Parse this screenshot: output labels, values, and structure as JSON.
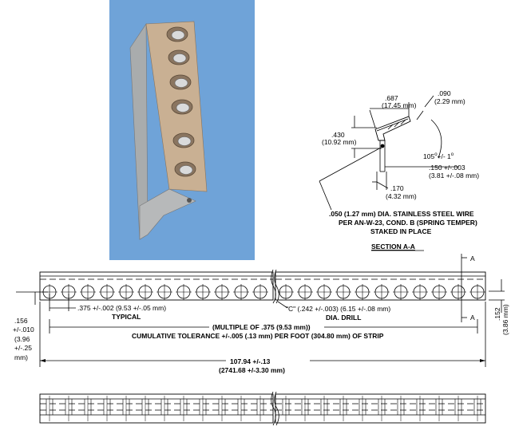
{
  "section": {
    "dim_687": ".687",
    "dim_687_mm": "(17.45 mm)",
    "dim_090": ".090",
    "dim_090_mm": "(2.29 mm)",
    "dim_430": ".430",
    "dim_430_mm": "(10.92 mm)",
    "angle_base": "105",
    "angle_deg1": "o",
    "angle_tol": "+/- 1",
    "angle_deg2": "o",
    "dim_150": ".150 +/-.003",
    "dim_150_mm": "(3.81 +/-.08 mm)",
    "dim_170": ".170",
    "dim_170_mm": "(4.32 mm)",
    "wire_note_1": ".050 (1.27 mm) DIA. STAINLESS STEEL WIRE",
    "wire_note_2": "PER AN-W-23, COND. B (SPRING TEMPER)",
    "wire_note_3": "STAKED IN PLACE",
    "title": "SECTION A-A"
  },
  "strip": {
    "section_mark_top": "A",
    "section_mark_bottom": "A",
    "pitch": ".375 +/-.002 (9.53 +/-.05 mm)",
    "pitch_note": "TYPICAL",
    "hole_dia": "\"C\" (.242 +/-.003) (6.15 +/-.08 mm)",
    "hole_note": "DIA. DRILL",
    "multiple": "(MULTIPLE OF .375 (9.53 mm))",
    "tolerance": "CUMULATIVE TOLERANCE +/-.005 (.13 mm) PER FOOT (304.80 mm) OF STRIP",
    "edge_156": ".156",
    "edge_156_tol": "+/-.010",
    "edge_156_mm": "(3.96",
    "edge_156_mm_tol": "+/-.25",
    "edge_156_mm_unit": "mm)",
    "right_152": ".152",
    "right_152_mm": "(3.86 mm)",
    "length": "107.94 +/-.13",
    "length_mm": "(2741.68 +/-3.30 mm)"
  },
  "colors": {
    "photo_bg": "#6fa3d8",
    "metal": "#c9b093",
    "metal_side": "#a9acad"
  }
}
